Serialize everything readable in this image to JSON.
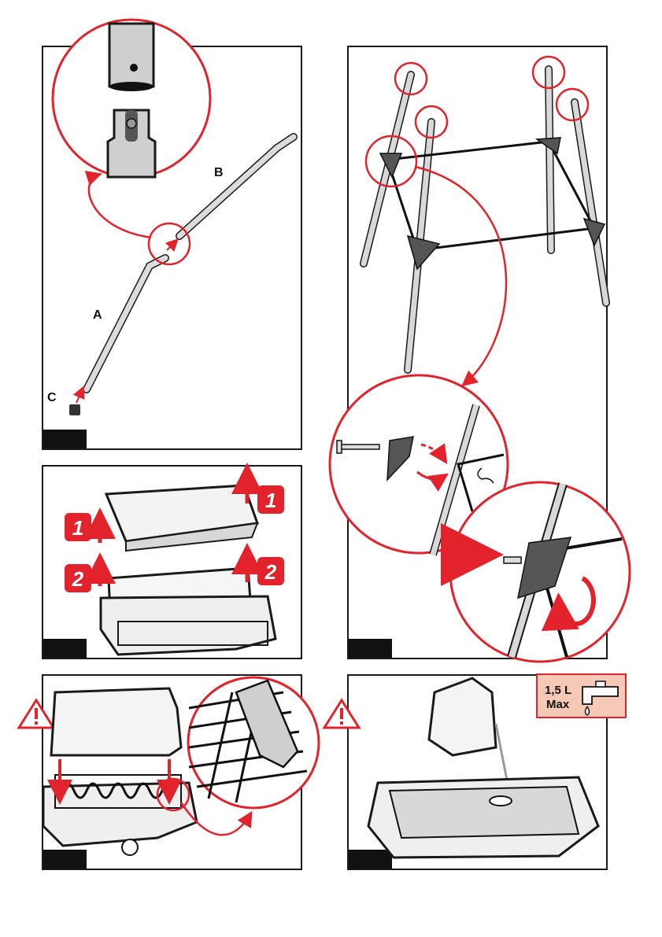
{
  "figure1": {
    "label_a": "A",
    "label_b": "B",
    "label_c": "C"
  },
  "figure2": {
    "step1": "1",
    "step2": "2"
  },
  "figure5": {
    "capacity_line1": "1,5 L",
    "capacity_line2": "Max"
  },
  "icons": [
    "warning-icon",
    "faucet-icon",
    "water-drop-icon"
  ],
  "colors": {
    "accent_red": "#e3232b",
    "note_fill": "#f6c9b7",
    "outline": "#1a1a1a"
  }
}
